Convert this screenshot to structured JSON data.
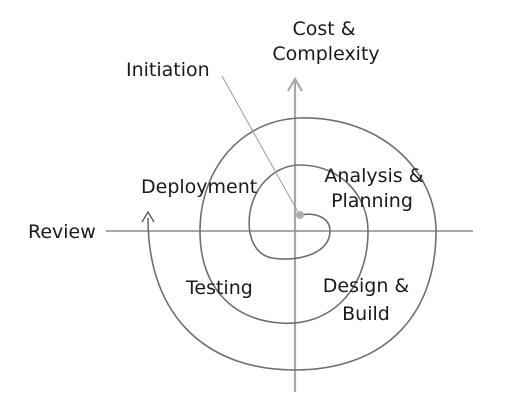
{
  "labels": {
    "vertical_axis_line1": "Cost &",
    "vertical_axis_line2": "Complexity",
    "horizontal_axis": "Review",
    "start": "Initiation",
    "q1_line1": "Analysis &",
    "q1_line2": "Planning",
    "q2": "Deployment",
    "q3": "Testing",
    "q4_line1": "Design &",
    "q4_line2": "Build"
  },
  "colors": {
    "text": "#1a1a1a",
    "vertical_axis": "#a8a8a8",
    "horizontal_axis": "#8c8c8c",
    "spiral": "#6f6f6f",
    "start_dot": "#b0b0b0"
  }
}
